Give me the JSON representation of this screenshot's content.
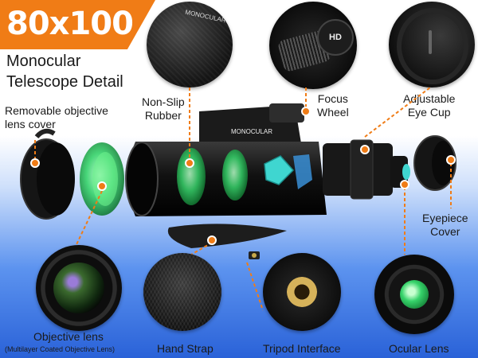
{
  "badge": {
    "text": "80x100"
  },
  "subtitle": {
    "line1": "Monocular",
    "line2": "Telescope Detail"
  },
  "product": {
    "brand_text": "MONOCULAR",
    "eyepiece_text": "HD"
  },
  "labels": {
    "lens_cover": [
      "Removable objective",
      "lens cover"
    ],
    "rubber": [
      "Non-Slip",
      "Rubber"
    ],
    "focus": [
      "Focus",
      "Wheel"
    ],
    "eye_cup": [
      "Adjustable",
      "Eye Cup"
    ],
    "eyepiece_cover": [
      "Eyepiece",
      "Cover"
    ],
    "objective_lens": "Objective lens",
    "objective_lens_note": "(Multilayer Coated Objective Lens)",
    "hand_strap": "Hand Strap",
    "tripod": "Tripod Interface",
    "ocular": "Ocular Lens"
  },
  "colors": {
    "accent": "#f07c16",
    "lens_green": "#36d36a",
    "prism_cyan": "#3fd6d0",
    "body_black": "#111111"
  }
}
